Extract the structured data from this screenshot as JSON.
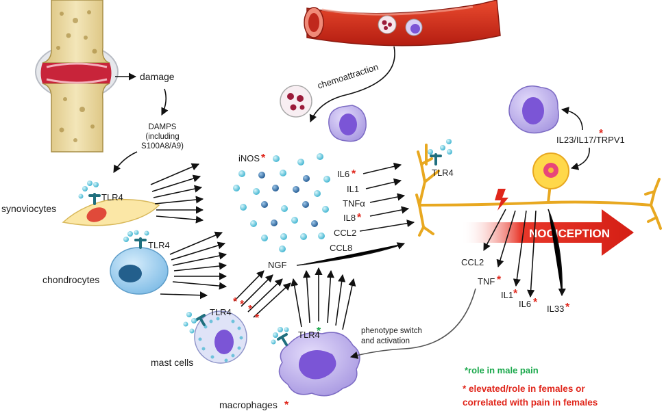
{
  "labels": {
    "damage": "damage",
    "damps_1": "DAMPS",
    "damps_2": "(including",
    "damps_3": "S100A8/A9)",
    "chemoattraction": "chemoattraction",
    "il23": "IL23/IL17/TRPV1",
    "tlr4": "TLR4",
    "synoviocytes": "synoviocytes",
    "chondrocytes": "chondrocytes",
    "mast_cells": "mast cells",
    "macrophages": "macrophages",
    "inos": "iNOS",
    "il6": "IL6",
    "il1": "IL1",
    "tnfa": "TNFα",
    "il8": "IL8",
    "ccl2": "CCL2",
    "ccl8": "CCL8",
    "ngf": "NGF",
    "nociception": "NOCICEPTION",
    "ccl2_b": "CCL2",
    "tnf_b": "TNF",
    "il1_b": "IL1",
    "il6_b": "IL6",
    "il33_b": "IL33",
    "phenotype_1": "phenotype switch",
    "phenotype_2": "and activation",
    "star": "*"
  },
  "legend": {
    "male": "*role in male pain",
    "female_1": "* elevated/role in females or",
    "female_2": "correlated with pain in females"
  },
  "colors": {
    "red_star": "#e0261b",
    "green_star": "#1aa84b",
    "nerve": "#e8a820",
    "arrow_red": "#e0261b",
    "vessel": "#d7311e",
    "cell_purple": "#b9a8e8",
    "nucleus_purple": "#7b55d6",
    "chondrocyte": "#a9d6f2",
    "synoviocyte": "#fbe7a6",
    "tlr4": "#1f6f7e",
    "bone": "#e9d8a4"
  }
}
